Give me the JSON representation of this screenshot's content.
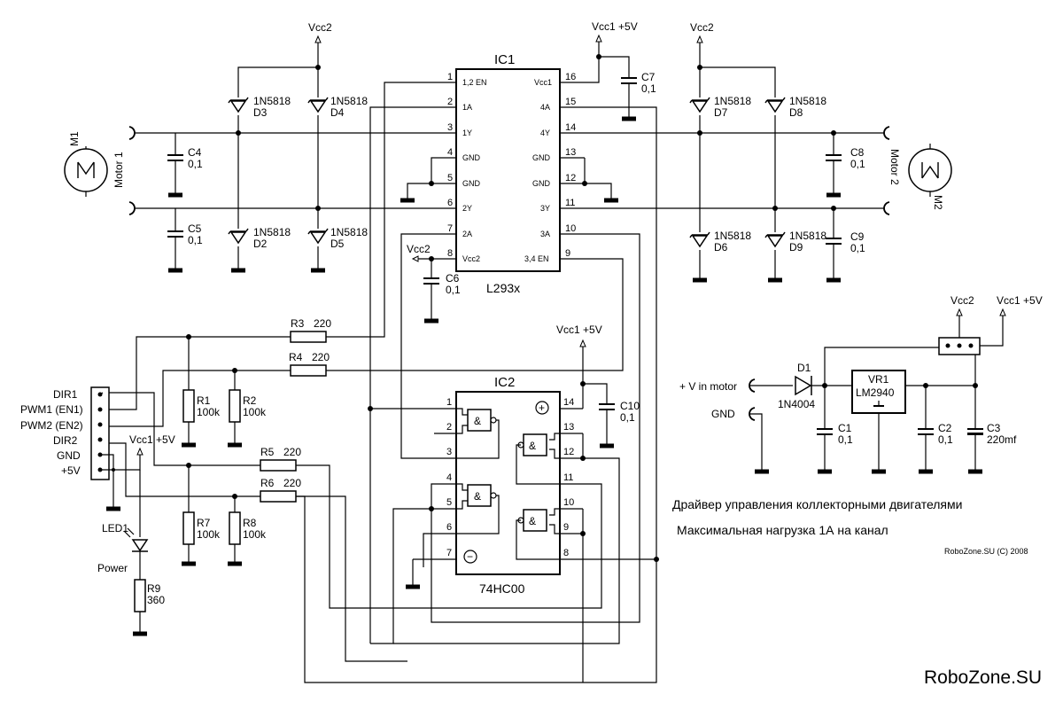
{
  "ic1": {
    "ref": "IC1",
    "part": "L293x",
    "left_pins": [
      {
        "num": "1",
        "name": "1,2 EN"
      },
      {
        "num": "2",
        "name": "1A"
      },
      {
        "num": "3",
        "name": "1Y"
      },
      {
        "num": "4",
        "name": "GND"
      },
      {
        "num": "5",
        "name": "GND"
      },
      {
        "num": "6",
        "name": "2Y"
      },
      {
        "num": "7",
        "name": "2A"
      },
      {
        "num": "8",
        "name": "Vcc2"
      }
    ],
    "right_pins": [
      {
        "num": "16",
        "name": "Vcc1"
      },
      {
        "num": "15",
        "name": "4A"
      },
      {
        "num": "14",
        "name": "4Y"
      },
      {
        "num": "13",
        "name": "GND"
      },
      {
        "num": "12",
        "name": "GND"
      },
      {
        "num": "11",
        "name": "3Y"
      },
      {
        "num": "10",
        "name": "3A"
      },
      {
        "num": "9",
        "name": "3,4 EN"
      }
    ]
  },
  "ic2": {
    "ref": "IC2",
    "part": "74HC00",
    "left_pins": [
      "1",
      "2",
      "3",
      "4",
      "5",
      "6",
      "7"
    ],
    "right_pins": [
      "14",
      "13",
      "12",
      "11",
      "10",
      "9",
      "8"
    ],
    "gate_symbol": "&",
    "plus": "+",
    "minus": "−"
  },
  "supplies": {
    "vcc2": "Vcc2",
    "vcc1": "Vcc1 +5V"
  },
  "diodes": [
    {
      "name": "1N5818",
      "ref": "D3"
    },
    {
      "name": "1N5818",
      "ref": "D4"
    },
    {
      "name": "1N5818",
      "ref": "D2"
    },
    {
      "name": "1N5818",
      "ref": "D5"
    },
    {
      "name": "1N5818",
      "ref": "D7"
    },
    {
      "name": "1N5818",
      "ref": "D8"
    },
    {
      "name": "1N5818",
      "ref": "D6"
    },
    {
      "name": "1N5818",
      "ref": "D9"
    },
    {
      "name": "1N4004",
      "ref": "D1"
    }
  ],
  "caps": [
    {
      "ref": "C4",
      "val": "0,1"
    },
    {
      "ref": "C5",
      "val": "0,1"
    },
    {
      "ref": "C7",
      "val": "0,1"
    },
    {
      "ref": "C6",
      "val": "0,1"
    },
    {
      "ref": "C8",
      "val": "0,1"
    },
    {
      "ref": "C9",
      "val": "0,1"
    },
    {
      "ref": "C10",
      "val": "0,1"
    },
    {
      "ref": "C1",
      "val": "0,1"
    },
    {
      "ref": "C2",
      "val": "0,1"
    },
    {
      "ref": "C3",
      "val": "220mf"
    }
  ],
  "resistors": [
    {
      "ref": "R3",
      "val": "220"
    },
    {
      "ref": "R4",
      "val": "220"
    },
    {
      "ref": "R5",
      "val": "220"
    },
    {
      "ref": "R6",
      "val": "220"
    },
    {
      "ref": "R1",
      "val": "100k"
    },
    {
      "ref": "R2",
      "val": "100k"
    },
    {
      "ref": "R7",
      "val": "100k"
    },
    {
      "ref": "R8",
      "val": "100k"
    },
    {
      "ref": "R9",
      "val": "360"
    }
  ],
  "motors": [
    {
      "ref": "M1",
      "label": "Motor 1"
    },
    {
      "ref": "M2",
      "label": "Motor 2"
    }
  ],
  "connector": {
    "pins": [
      "DIR1",
      "PWM1 (EN1)",
      "PWM2 (EN2)",
      "DIR2",
      "GND",
      "+5V"
    ]
  },
  "led": {
    "ref": "LED1",
    "label": "Power"
  },
  "regulator": {
    "ref": "VR1",
    "part": "LM2940",
    "input_label": "+ V in motor",
    "gnd_label": "GND"
  },
  "notes": {
    "line1": "Драйвер управления коллекторными двигателями",
    "line2": "Максимальная нагрузка 1А на канал",
    "copyright": "RoboZone.SU (C) 2008",
    "brand": "RoboZone.SU"
  }
}
